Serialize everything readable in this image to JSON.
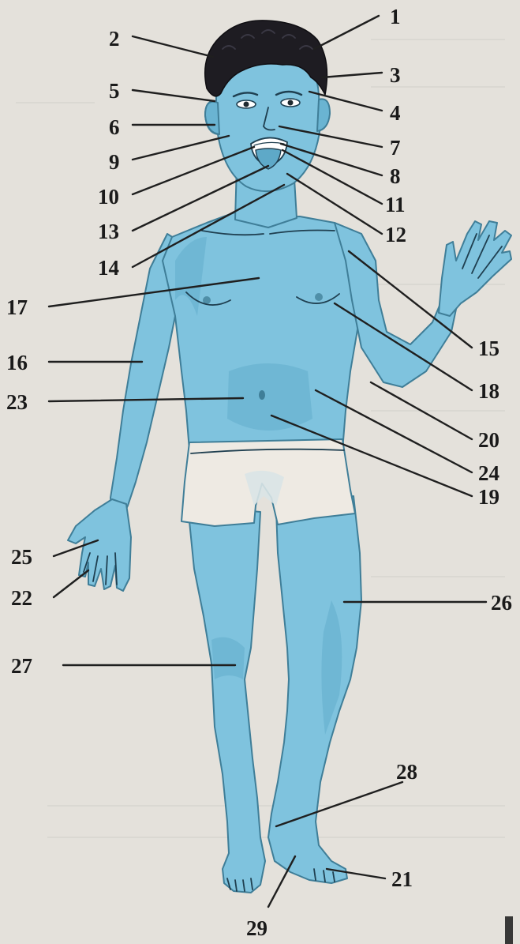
{
  "callouts": {
    "n1": "1",
    "n2": "2",
    "n3": "3",
    "n4": "4",
    "n5": "5",
    "n6": "6",
    "n7": "7",
    "n8": "8",
    "n9": "9",
    "n10": "10",
    "n11": "11",
    "n12": "12",
    "n13": "13",
    "n14": "14",
    "n15": "15",
    "n16": "16",
    "n17": "17",
    "n18": "18",
    "n19": "19",
    "n20": "20",
    "n21": "21",
    "n22": "22",
    "n23": "23",
    "n24": "24",
    "n25": "25",
    "n26": "26",
    "n27": "27",
    "n28": "28",
    "n29": "29"
  },
  "colors": {
    "background": "#e9e6e1",
    "skin": "#7fc3de",
    "hair": "#1e1c22",
    "shorts": "#eeeae3",
    "label_ink": "#1a1a1a"
  }
}
